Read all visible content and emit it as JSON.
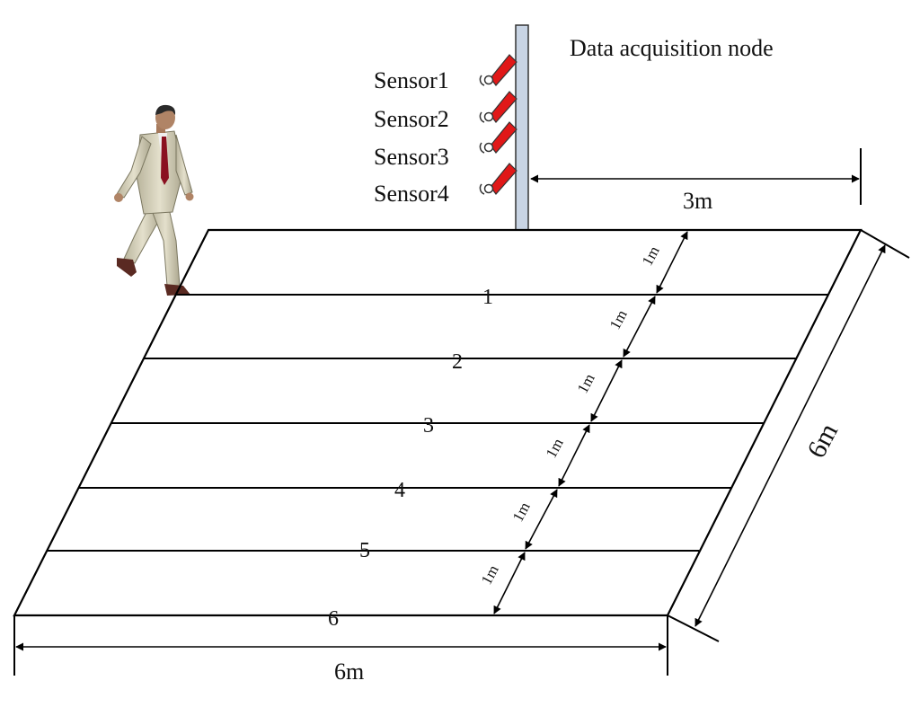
{
  "node_label": "Data acquisition node",
  "sensors": [
    "Sensor1",
    "Sensor2",
    "Sensor3",
    "Sensor4"
  ],
  "distance_to_area": "3m",
  "area_width": "6m",
  "area_depth": "6m",
  "line_numbers": [
    "1",
    "2",
    "3",
    "4",
    "5",
    "6"
  ],
  "line_spacing": [
    "1m",
    "1m",
    "1m",
    "1m",
    "1m",
    "1m"
  ],
  "colors": {
    "sensor": "#e01818",
    "pole": "#c8d4e4",
    "lines": "#000000"
  }
}
